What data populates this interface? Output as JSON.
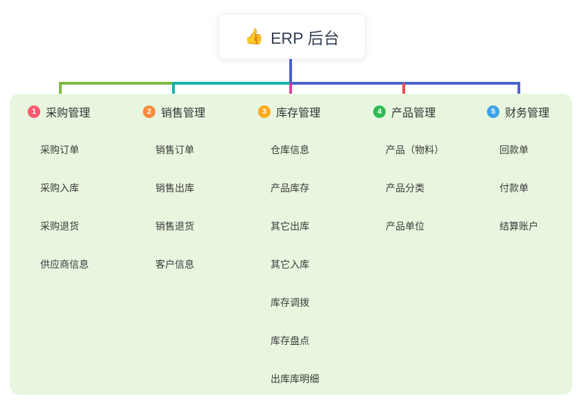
{
  "root": {
    "icon": "👍",
    "label": "ERP 后台"
  },
  "colors": {
    "root_line": "#4a61d1",
    "container_bg": "#e8f6df",
    "root_text": "#333f52",
    "header_text": "#333333",
    "child_text": "#3b3b3b"
  },
  "branches": [
    {
      "badge": "1",
      "label": "采购管理",
      "badge_color": "#f85a70",
      "line_color": "#7cba41",
      "light_color": "#b5da8c",
      "children": [
        "采购订单",
        "采购入库",
        "采购退货",
        "供应商信息"
      ]
    },
    {
      "badge": "2",
      "label": "销售管理",
      "badge_color": "#fa8a3d",
      "line_color": "#13b5a5",
      "light_color": "#8ad9cf",
      "children": [
        "销售订单",
        "销售出库",
        "销售退货",
        "客户信息"
      ]
    },
    {
      "badge": "3",
      "label": "库存管理",
      "badge_color": "#fbaa1c",
      "line_color": "#e23a9e",
      "light_color": "#f191c9",
      "children": [
        "仓库信息",
        "产品库存",
        "其它出库",
        "其它入库",
        "库存调拨",
        "库存盘点",
        "出库库明细"
      ]
    },
    {
      "badge": "4",
      "label": "产品管理",
      "badge_color": "#2fbc55",
      "line_color": "#f4494d",
      "light_color": "#f9a2a4",
      "children": [
        "产品（物料）",
        "产品分类",
        "产品单位"
      ]
    },
    {
      "badge": "5",
      "label": "财务管理",
      "badge_color": "#3ea2e9",
      "line_color": "#4a61d1",
      "light_color": "#9dafe4",
      "children": [
        "回款单",
        "付款单",
        "结算账户"
      ]
    }
  ]
}
